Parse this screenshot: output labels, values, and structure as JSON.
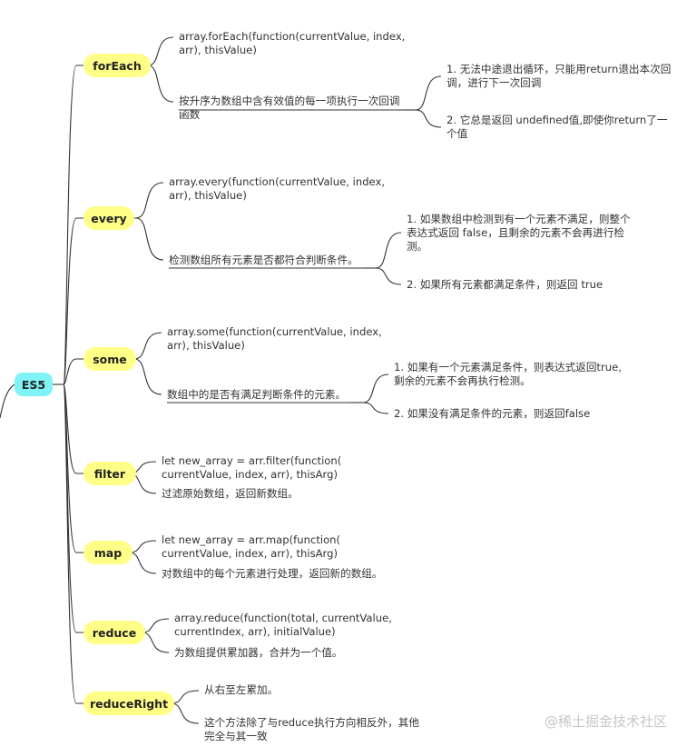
{
  "root": {
    "label": "ES5"
  },
  "branches": [
    {
      "label": "forEach",
      "syntax": [
        "array.forEach(function(currentValue, index,",
        "arr), thisValue)"
      ],
      "desc": [
        "按升序为数组中含有效值的每一项执行一次回调",
        "函数"
      ],
      "notes": [
        [
          "1. 无法中途退出循环，只能用return退出本次回",
          "调，进行下一次回调"
        ],
        [
          "2. 它总是返回 undefined值,即使你return了一",
          "个值"
        ]
      ]
    },
    {
      "label": "every",
      "syntax": [
        "array.every(function(currentValue, index,",
        "arr), thisValue)"
      ],
      "desc": [
        "检测数组所有元素是否都符合判断条件。"
      ],
      "notes": [
        [
          "1. 如果数组中检测到有一个元素不满足，则整个",
          "表达式返回 false，且剩余的元素不会再进行检",
          "测。"
        ],
        [
          "2. 如果所有元素都满足条件，则返回 true"
        ]
      ]
    },
    {
      "label": "some",
      "syntax": [
        "array.some(function(currentValue, index,",
        "arr), thisValue)"
      ],
      "desc": [
        "数组中的是否有满足判断条件的元素。"
      ],
      "notes": [
        [
          "1. 如果有一个元素满足条件，则表达式返回true,",
          "剩余的元素不会再执行检测。"
        ],
        [
          "2. 如果没有满足条件的元素，则返回false"
        ]
      ]
    },
    {
      "label": "filter",
      "syntax": [
        "let new_array = arr.filter(function(",
        "currentValue, index, arr), thisArg)"
      ],
      "desc": [
        "过滤原始数组，返回新数组。"
      ],
      "notes": []
    },
    {
      "label": "map",
      "syntax": [
        "let new_array = arr.map(function(",
        "currentValue, index, arr), thisArg)"
      ],
      "desc": [
        "对数组中的每个元素进行处理，返回新的数组。"
      ],
      "notes": []
    },
    {
      "label": "reduce",
      "syntax": [
        "array.reduce(function(total, currentValue,",
        "currentIndex, arr), initialValue)"
      ],
      "desc": [
        "为数组提供累加器，合并为一个值。"
      ],
      "notes": []
    },
    {
      "label": "reduceRight",
      "syntax": [
        "从右至左累加。"
      ],
      "desc": [
        "这个方法除了与reduce执行方向相反外，其他",
        "完全与其一致"
      ],
      "notes": []
    }
  ],
  "watermark": "@稀土掘金技术社区",
  "colors": {
    "root": "#7ff3f5",
    "branch": "#ffff88",
    "line": "#333333"
  }
}
